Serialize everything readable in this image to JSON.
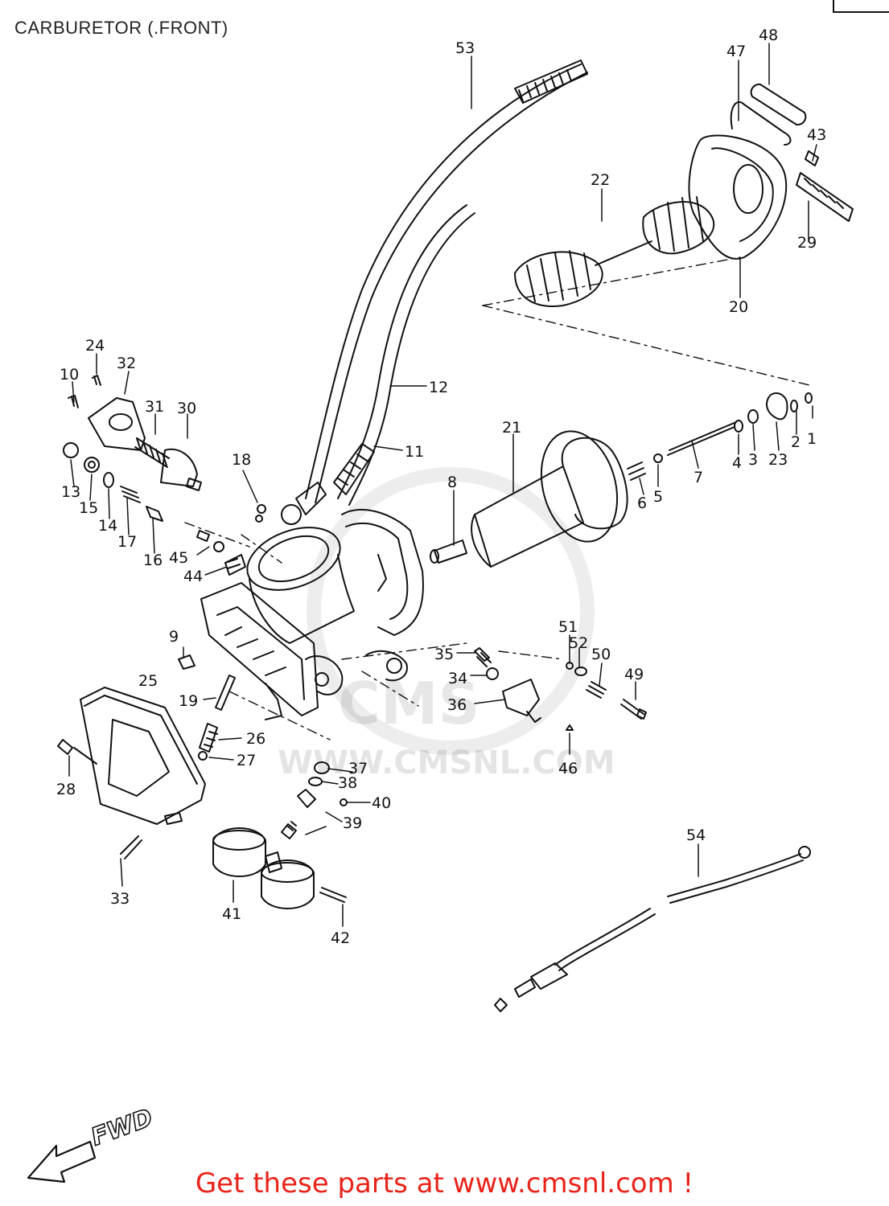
{
  "title": "CARBURETOR (.FRONT)",
  "footer": "Get these parts at www.cmsnl.com !",
  "fwd_label": "FWD",
  "watermark": {
    "brand": "CMS",
    "url": "WWW.CMSNL.COM"
  },
  "colors": {
    "footer": "#e8231a",
    "line": "#111111"
  },
  "part_labels": [
    "53",
    "48",
    "47",
    "43",
    "22",
    "29",
    "20",
    "12",
    "11",
    "21",
    "8",
    "24",
    "32",
    "10",
    "31",
    "30",
    "18",
    "13",
    "15",
    "14",
    "17",
    "16",
    "45",
    "44",
    "9",
    "25",
    "19",
    "26",
    "27",
    "28",
    "33",
    "35",
    "34",
    "36",
    "51",
    "52",
    "50",
    "49",
    "46",
    "37",
    "38",
    "40",
    "39",
    "41",
    "42",
    "54",
    "1",
    "2",
    "23",
    "3",
    "4",
    "7",
    "6",
    "5"
  ]
}
